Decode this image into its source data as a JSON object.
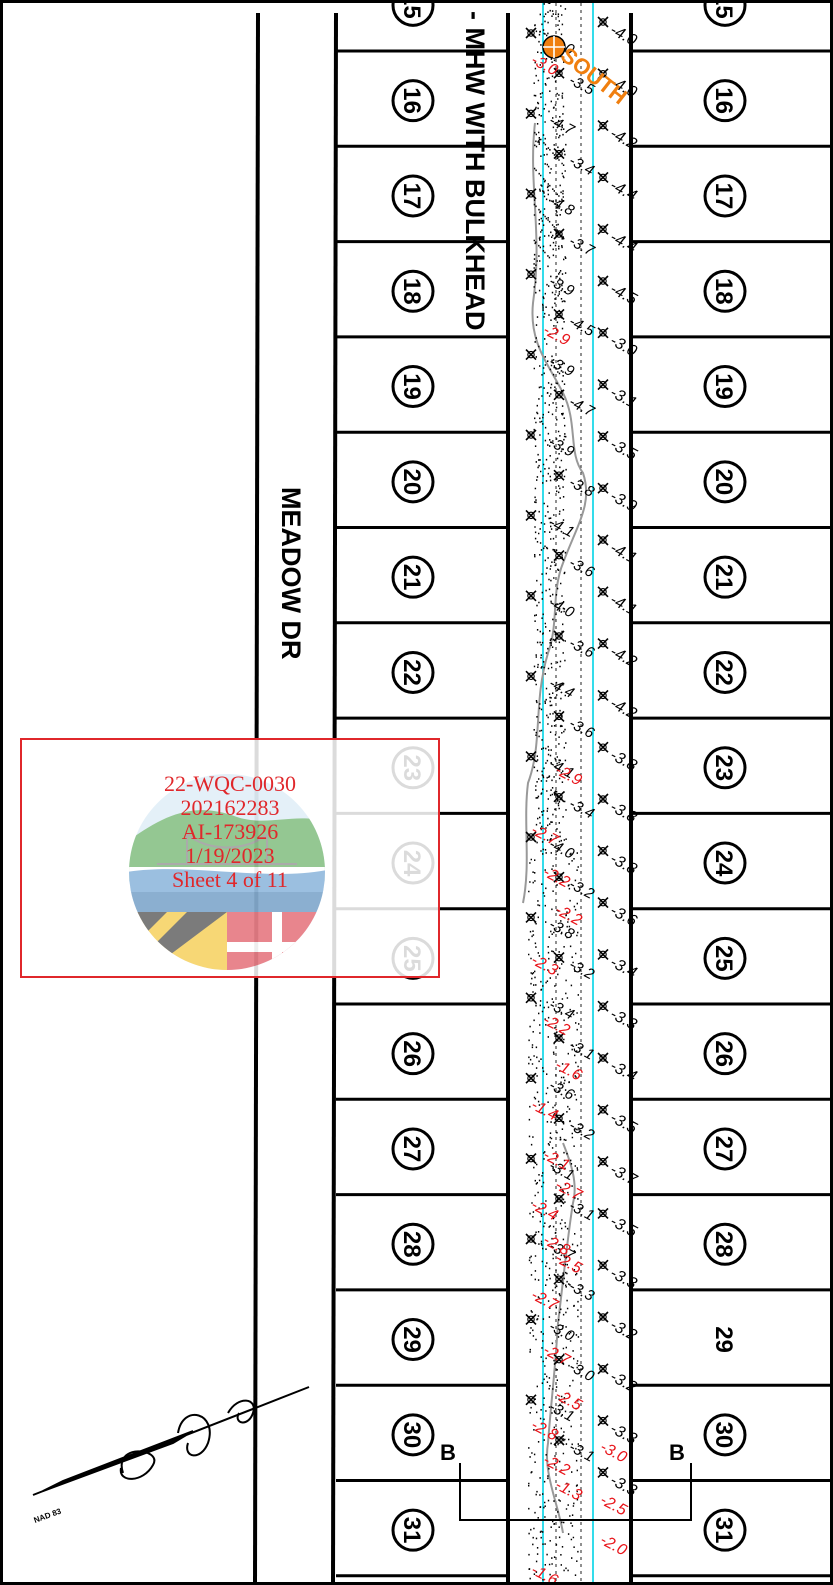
{
  "street_label": "MEADOW DR",
  "shoreline_label": "- MHW WITH BULKHEAD",
  "survey_point_label": "SOUTH",
  "section_marker": "B",
  "north_arrow_label": "NAD 83",
  "lots_left": [
    "15",
    "16",
    "17",
    "18",
    "19",
    "20",
    "21",
    "22",
    "23",
    "24",
    "25",
    "26",
    "27",
    "28",
    "29",
    "30",
    "31"
  ],
  "lots_right": [
    "15",
    "16",
    "17",
    "18",
    "19",
    "20",
    "21",
    "22",
    "23",
    "24",
    "25",
    "26",
    "27",
    "28",
    "29",
    "30",
    "31"
  ],
  "soundings_black": [
    "-4.0",
    "-4.0",
    "-4.2",
    "-4.4",
    "-4.4",
    "-4.5",
    "-3.0",
    "-3.1",
    "-3.5",
    "-3.9",
    "-4.1",
    "-4.1",
    "-4.2",
    "-4.2",
    "-3.8",
    "-3.8",
    "-3.8",
    "-3.6",
    "-3.4",
    "-3.3",
    "-3.4",
    "-3.5",
    "-3.7",
    "-3.5",
    "-3.3",
    "-3.2",
    "-3.2",
    "-3.3",
    "-3.3"
  ],
  "soundings_inner": [
    "-3.0",
    "-3.5",
    "-4.7",
    "-3.4",
    "-4.8",
    "-3.7",
    "-3.9",
    "-4.5",
    "-3.9",
    "-4.7",
    "-3.9",
    "-3.8",
    "-4.1",
    "-3.6",
    "-4.0",
    "-3.6",
    "-4.4",
    "-3.6",
    "-4.1",
    "-3.4",
    "-4.0",
    "-3.2",
    "-3.8",
    "-3.2",
    "-3.4",
    "-3.1",
    "-3.6",
    "-3.2",
    "-3.1",
    "-3.1",
    "-3.7",
    "-3.3",
    "-3.0",
    "-3.0",
    "-3.1",
    "-3.1"
  ],
  "soundings_red": [
    "-3.0",
    "-2.9",
    "-2.9",
    "-2.7",
    "-2.2",
    "-2.2",
    "-2.3",
    "-2.2",
    "-1.6",
    "-1.4",
    "-2.1",
    "-2.7",
    "-2.4",
    "-2.8",
    "-2.5",
    "-2.7",
    "-2.7",
    "-2.5",
    "-2.8",
    "-2.2",
    "-1.3",
    "-1.6",
    "-3.0",
    "-2.5",
    "-2.0"
  ],
  "stamp": {
    "lines": [
      "22-WQC-0030",
      "202162283",
      "AI-173926",
      "1/19/2023",
      "Sheet 4 of 11"
    ]
  },
  "colors": {
    "stamp_red": "#e0272b",
    "sounding_red": "#e8141a",
    "channel_cyan": "#00d4e6",
    "survey_orange": "#f07f0f"
  }
}
